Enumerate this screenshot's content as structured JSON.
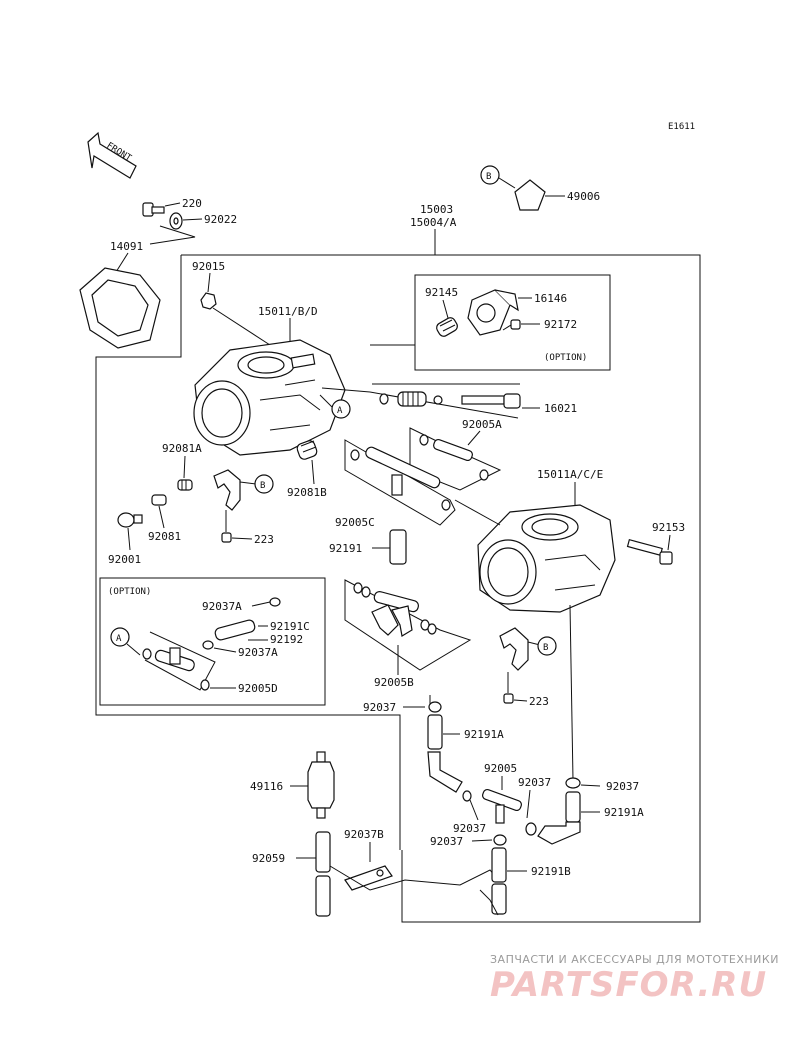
{
  "diagram_code": "E1611",
  "front_label": "FRONT",
  "option_label": "(OPTION)",
  "callout_a": "A",
  "callout_b": "B",
  "parts": {
    "p220": "220",
    "p92022": "92022",
    "p14091": "14091",
    "p15003": "15003",
    "p15004A": "15004/A",
    "p49006": "49006",
    "p92015": "92015",
    "p15011BD": "15011/B/D",
    "p92145": "92145",
    "p16146": "16146",
    "p92172": "92172",
    "p16021": "16021",
    "p92005A": "92005A",
    "p92081A": "92081A",
    "p92081B": "92081B",
    "p15011ACE": "15011A/C/E",
    "p92081": "92081",
    "p92001": "92001",
    "p223a": "223",
    "p92005C": "92005C",
    "p92191": "92191",
    "p92153": "92153",
    "p92037A_1": "92037A",
    "p92191C": "92191C",
    "p92192": "92192",
    "p92037A_2": "92037A",
    "p92005D": "92005D",
    "p92005B": "92005B",
    "p223b": "223",
    "p92037_1": "92037",
    "p92191A_1": "92191A",
    "p49116": "49116",
    "p92005": "92005",
    "p92037_2": "92037",
    "p92037_3": "92037",
    "p92037_4": "92037",
    "p92037_5": "92037",
    "p92191A_2": "92191A",
    "p92037B": "92037B",
    "p92059": "92059",
    "p92191B": "92191B"
  },
  "watermark": {
    "tagline": "ЗАПЧАСТИ И АКСЕССУАРЫ ДЛЯ МОТОТЕХНИКИ",
    "brand": "PARTSFOR.RU"
  }
}
